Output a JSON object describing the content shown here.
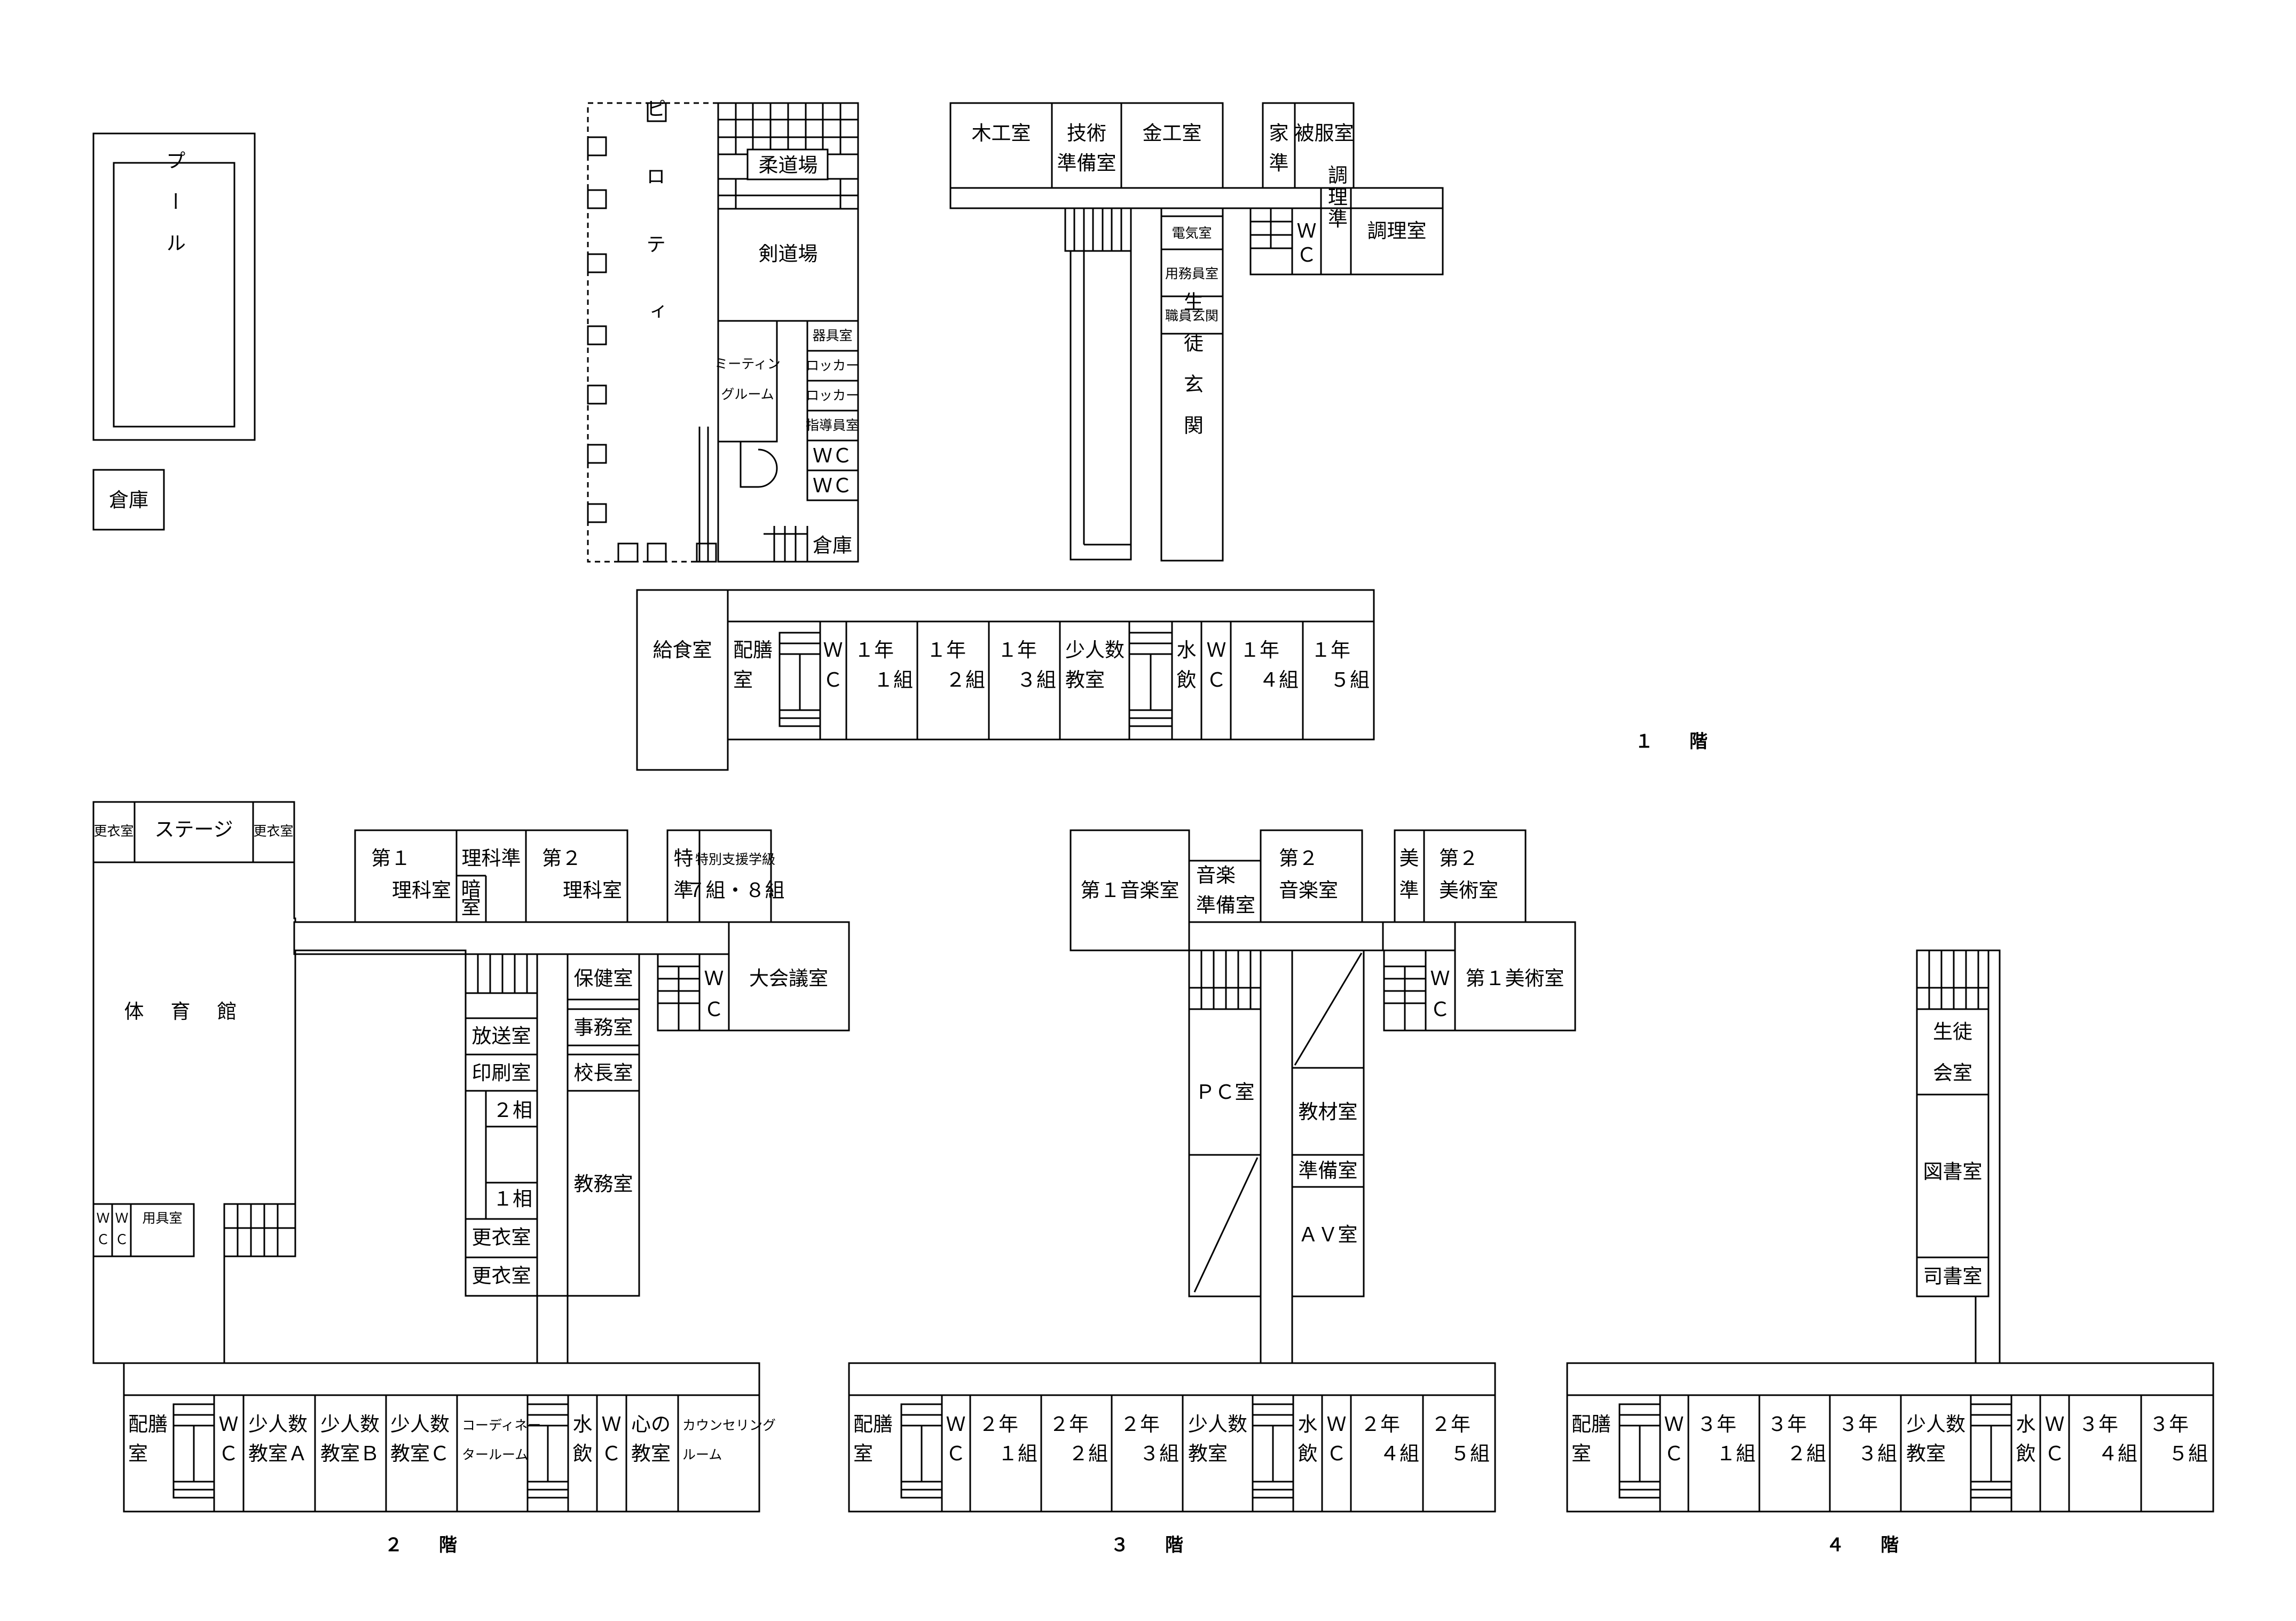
{
  "rooms": {
    "pool": "プール",
    "souko_a": "倉庫",
    "judo": "柔道場",
    "kendo": "剣道場",
    "piloti": "ピロティ",
    "meeting_1": "ミーティン",
    "meeting_2": "グルーム",
    "kigu": "器具室",
    "locker": "ロッカー",
    "shidou": "指導員室",
    "wc_h": "ＷＣ",
    "souko_b": "倉庫",
    "mokko": "木工室",
    "gijutsu_1": "技術",
    "gijutsu_2": "準備室",
    "kinko": "金工室",
    "kajun_1": "家",
    "kajun_2": "準",
    "hifuku": "被服室",
    "denki": "電気室",
    "youmu": "用務員室",
    "shokuin": "職員玄関",
    "seito_genkan": "生徒玄関",
    "w": "Ｗ",
    "c": "Ｃ",
    "chouri_jun": "調理準",
    "chouri": "調理室",
    "kyushoku": "給食室",
    "haizen_1": "配膳",
    "haizen_2": "室",
    "sui": "水",
    "in": "飲",
    "nen1": "１年",
    "nen2": "２年",
    "nen3": "３年",
    "kumi1": "１組",
    "kumi2": "２組",
    "kumi3": "３組",
    "kumi4": "４組",
    "kumi5": "５組",
    "shoninzu": "少人数",
    "kyoushitsu": "教室",
    "kousui": "更衣室",
    "stage": "ステージ",
    "taiikukan": "体育館",
    "yougu": "用具室",
    "dai1": "第１",
    "dai2": "第２",
    "rikashitsu": "理科室",
    "rikajun": "理科準",
    "anshitsu_1": "暗",
    "anshitsu_2": "室",
    "tokujun_1": "特",
    "tokujun_2": "準",
    "tokubetsu": "特別支援学級",
    "kumi78": "７組・８組",
    "daikaigi": "大会議室",
    "hoken": "保健室",
    "jimu": "事務室",
    "kouchou": "校長室",
    "kyoumu": "教務室",
    "housou": "放送室",
    "insatsu": "印刷室",
    "sou2": "２相",
    "sou1": "１相",
    "kyoushitsu_a": "教室Ａ",
    "kyoushitsu_b": "教室Ｂ",
    "kyoushitsu_c": "教室Ｃ",
    "coord_1": "コーディネー",
    "coord_2": "タールーム",
    "kokoro": "心の",
    "kyoushitsu_k": "教室",
    "counsel_1": "カウンセリング",
    "counsel_2": "ルーム",
    "ongaku1": "第１音楽室",
    "ongaku_jun_1": "音楽",
    "ongaku_jun_2": "準備室",
    "ongaku2_2": "音楽室",
    "bijun_1": "美",
    "bijun_2": "準",
    "bijutsu2_2": "美術室",
    "bijutsu1": "第１美術室",
    "pc": "ＰＣ室",
    "kyouzai": "教材室",
    "junbi": "準備室",
    "av": "ＡＶ室",
    "seitokai_1": "生徒",
    "seitokai_2": "会室",
    "tosho": "図書室",
    "shisho": "司書室"
  },
  "floors": {
    "f1": "１　　階",
    "f2": "２　　階",
    "f3": "３　　階",
    "f4": "４　　階"
  }
}
